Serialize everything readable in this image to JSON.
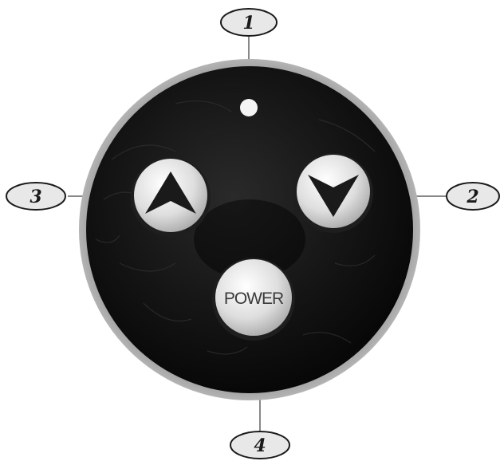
{
  "callouts": [
    {
      "id": "callout-1",
      "label": "1",
      "target": "indicator-light"
    },
    {
      "id": "callout-2",
      "label": "2",
      "target": "down-button"
    },
    {
      "id": "callout-3",
      "label": "3",
      "target": "up-button"
    },
    {
      "id": "callout-4",
      "label": "4",
      "target": "power-button"
    }
  ],
  "buttons": {
    "up": {
      "icon": "arrow-up-icon"
    },
    "down": {
      "icon": "arrow-down-icon"
    },
    "power": {
      "label": "POWER"
    }
  },
  "colors": {
    "panel_face": "#0d0d0d",
    "panel_rim": "#9a9a9a",
    "button_face": "#e2e2e2",
    "callout_fill": "#e8e8e8",
    "leader_line": "#888888"
  }
}
